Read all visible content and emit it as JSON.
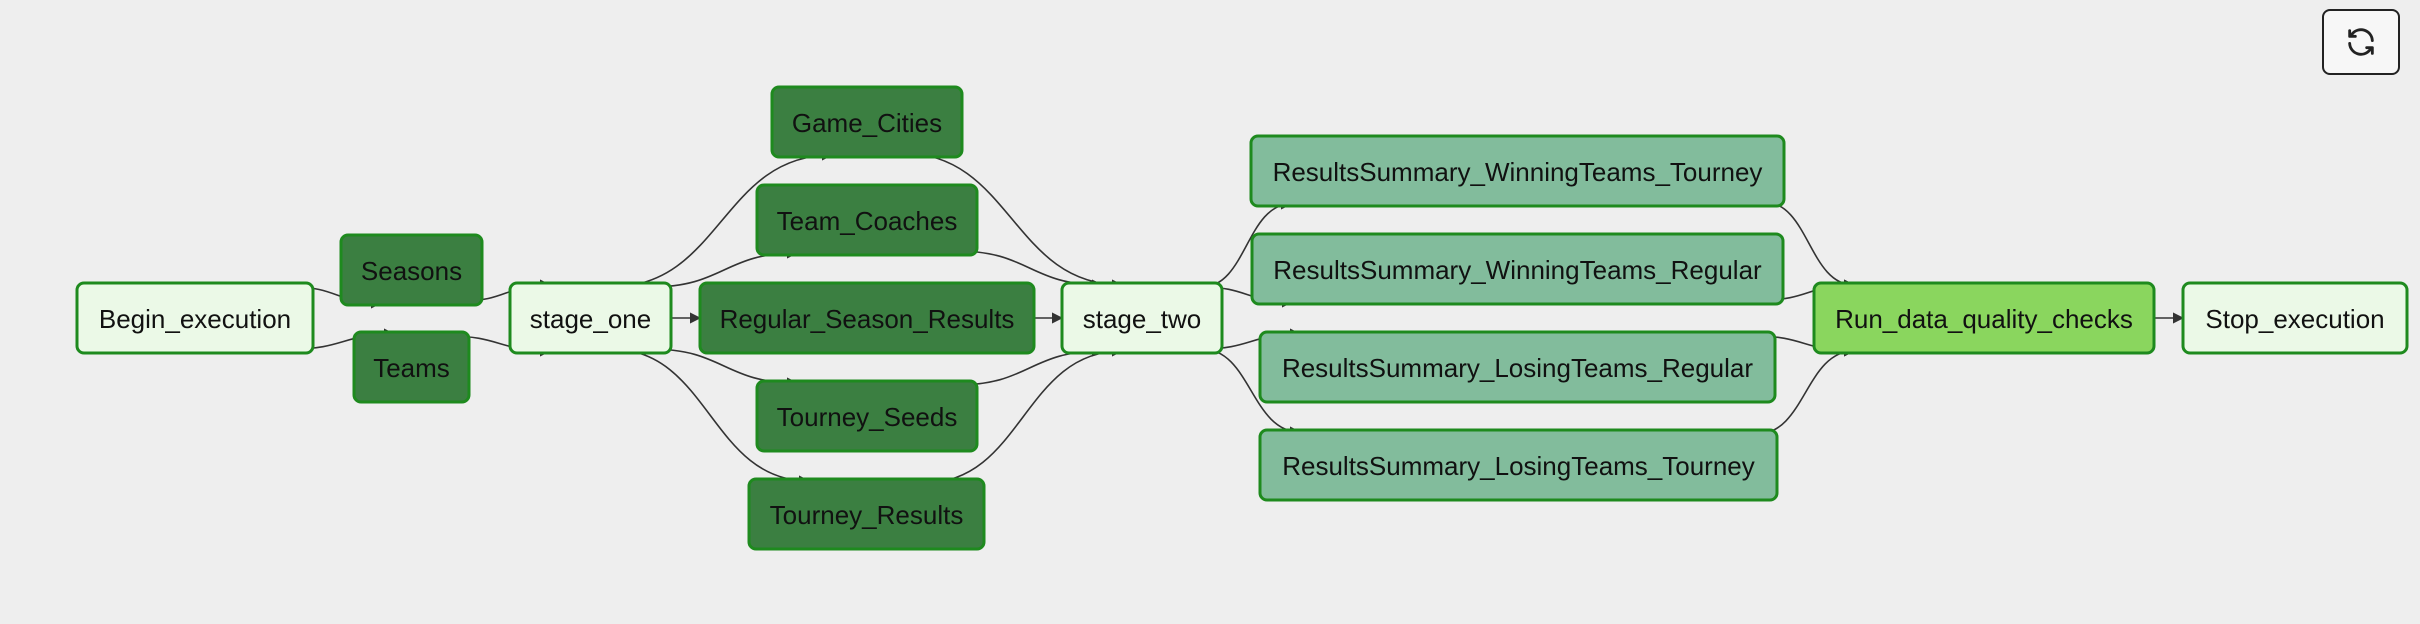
{
  "graph": {
    "colors": {
      "boundary": "#ebf9e7",
      "task": "#3b7f41",
      "summary": "#82bc9c",
      "quality": "#8ad65e",
      "border": "#1e8a1e"
    },
    "nodes": [
      {
        "id": "begin_execution",
        "label": "Begin_execution",
        "kind": "boundary"
      },
      {
        "id": "seasons",
        "label": "Seasons",
        "kind": "task"
      },
      {
        "id": "teams",
        "label": "Teams",
        "kind": "task"
      },
      {
        "id": "stage_one",
        "label": "stage_one",
        "kind": "boundary"
      },
      {
        "id": "game_cities",
        "label": "Game_Cities",
        "kind": "task"
      },
      {
        "id": "team_coaches",
        "label": "Team_Coaches",
        "kind": "task"
      },
      {
        "id": "regular_season_results",
        "label": "Regular_Season_Results",
        "kind": "task"
      },
      {
        "id": "tourney_seeds",
        "label": "Tourney_Seeds",
        "kind": "task"
      },
      {
        "id": "tourney_results",
        "label": "Tourney_Results",
        "kind": "task"
      },
      {
        "id": "stage_two",
        "label": "stage_two",
        "kind": "boundary"
      },
      {
        "id": "rs_winning_tourney",
        "label": "ResultsSummary_WinningTeams_Tourney",
        "kind": "summary"
      },
      {
        "id": "rs_winning_regular",
        "label": "ResultsSummary_WinningTeams_Regular",
        "kind": "summary"
      },
      {
        "id": "rs_losing_regular",
        "label": "ResultsSummary_LosingTeams_Regular",
        "kind": "summary"
      },
      {
        "id": "rs_losing_tourney",
        "label": "ResultsSummary_LosingTeams_Tourney",
        "kind": "summary"
      },
      {
        "id": "run_data_quality_checks",
        "label": "Run_data_quality_checks",
        "kind": "quality"
      },
      {
        "id": "stop_execution",
        "label": "Stop_execution",
        "kind": "boundary"
      }
    ],
    "edges": [
      [
        "begin_execution",
        "seasons"
      ],
      [
        "begin_execution",
        "teams"
      ],
      [
        "seasons",
        "stage_one"
      ],
      [
        "teams",
        "stage_one"
      ],
      [
        "stage_one",
        "game_cities"
      ],
      [
        "stage_one",
        "team_coaches"
      ],
      [
        "stage_one",
        "regular_season_results"
      ],
      [
        "stage_one",
        "tourney_seeds"
      ],
      [
        "stage_one",
        "tourney_results"
      ],
      [
        "game_cities",
        "stage_two"
      ],
      [
        "team_coaches",
        "stage_two"
      ],
      [
        "regular_season_results",
        "stage_two"
      ],
      [
        "tourney_seeds",
        "stage_two"
      ],
      [
        "tourney_results",
        "stage_two"
      ],
      [
        "stage_two",
        "rs_winning_tourney"
      ],
      [
        "stage_two",
        "rs_winning_regular"
      ],
      [
        "stage_two",
        "rs_losing_regular"
      ],
      [
        "stage_two",
        "rs_losing_tourney"
      ],
      [
        "rs_winning_tourney",
        "run_data_quality_checks"
      ],
      [
        "rs_winning_regular",
        "run_data_quality_checks"
      ],
      [
        "rs_losing_regular",
        "run_data_quality_checks"
      ],
      [
        "rs_losing_tourney",
        "run_data_quality_checks"
      ],
      [
        "run_data_quality_checks",
        "stop_execution"
      ]
    ]
  },
  "toolbar": {
    "refresh_icon": "refresh-icon"
  }
}
